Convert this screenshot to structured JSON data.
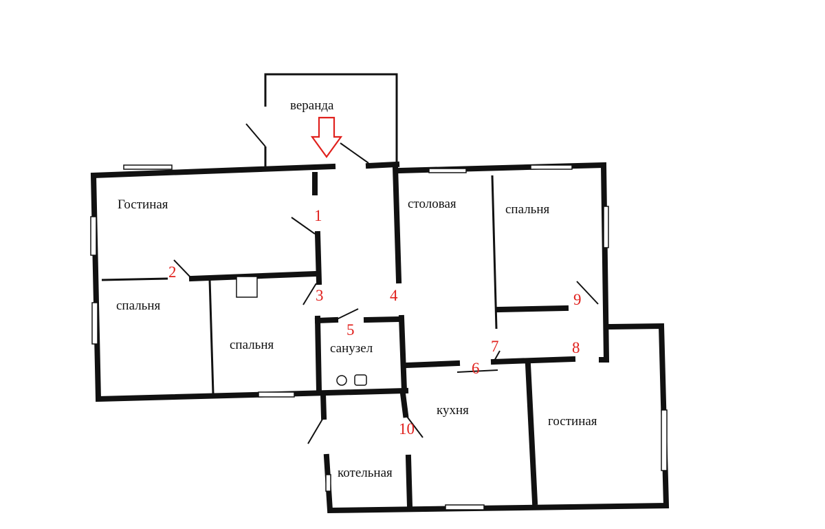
{
  "rooms": {
    "veranda": "веранда",
    "gostinaya_left": "Гостиная",
    "stolovaya": "столовая",
    "spalnya_right": "спальня",
    "spalnya_left": "спальня",
    "spalnya_center": "спальня",
    "sanuzel": "санузел",
    "kuhnya": "кухня",
    "gostinaya_right": "гостиная",
    "kotelnaya": "котельная"
  },
  "markers": [
    "1",
    "2",
    "3",
    "4",
    "5",
    "6",
    "7",
    "8",
    "9",
    "10"
  ],
  "colors": {
    "marker": "#e0201c",
    "wall": "#111111",
    "background": "#ffffff"
  },
  "icons": {
    "entry": "entry-arrow-icon"
  }
}
